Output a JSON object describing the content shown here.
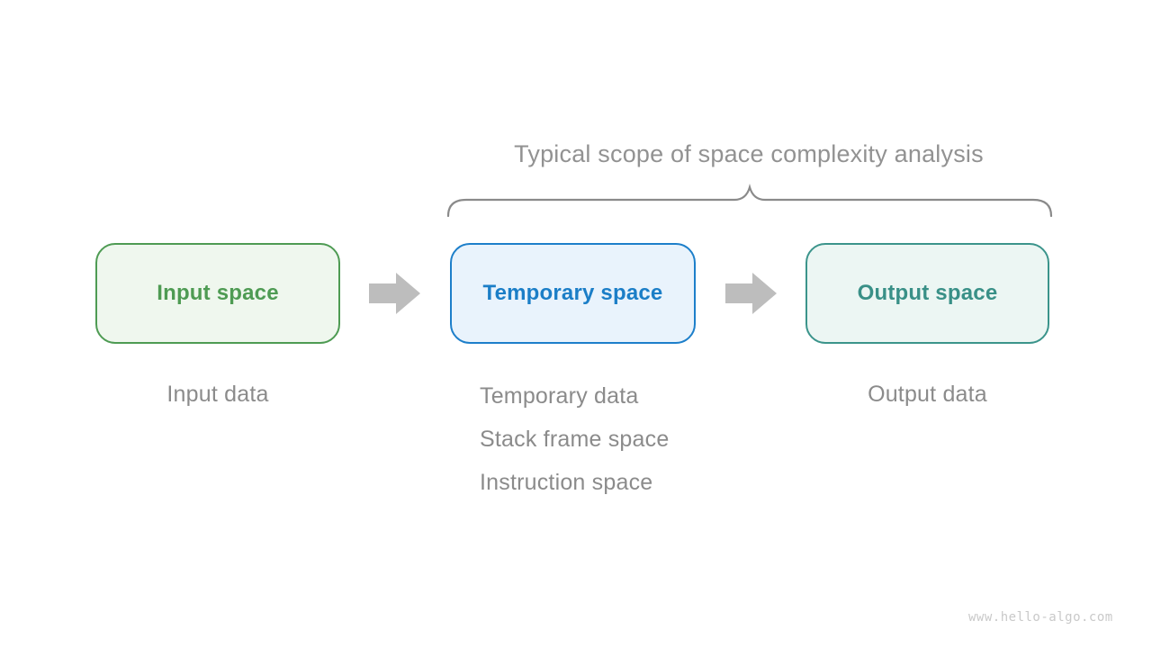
{
  "figure": {
    "title": "Typical scope of space complexity analysis",
    "watermark": "www.hello-algo.com"
  },
  "boxes": {
    "input": {
      "label": "Input space",
      "border_color": "#4e9b53",
      "fill_color": "#eff7ee",
      "text_color": "#4e9b53"
    },
    "temporary": {
      "label": "Temporary space",
      "border_color": "#1d7fca",
      "fill_color": "#e9f3fc",
      "text_color": "#1b7ec7"
    },
    "output": {
      "label": "Output space",
      "border_color": "#3b948b",
      "fill_color": "#ecf6f3",
      "text_color": "#399087"
    }
  },
  "annotations": {
    "input": "Input data",
    "temporary": [
      "Temporary data",
      "Stack frame space",
      "Instruction space"
    ],
    "output": "Output data"
  },
  "icons": {
    "arrow_color": "#bdbdbd",
    "brace_color": "#8a8a8a",
    "title_color": "#929292",
    "note_color": "#8b8b8b"
  }
}
